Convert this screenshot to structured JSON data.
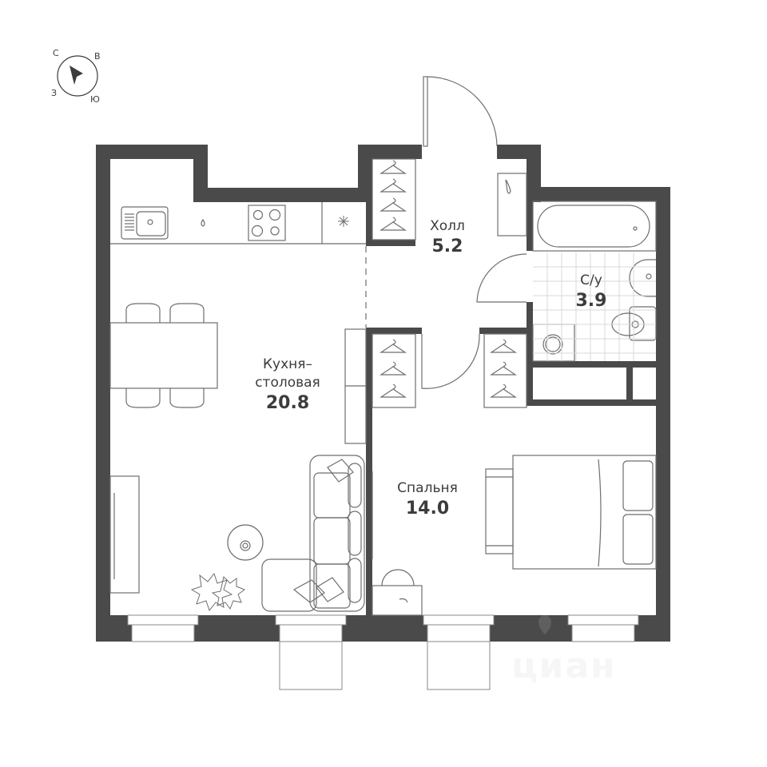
{
  "compass": {
    "north": "С",
    "east": "В",
    "west": "З",
    "south": "Ю"
  },
  "rooms": [
    {
      "id": "kitchen",
      "name_line1": "Кухня–",
      "name_line2": "столовая",
      "area": "20.8"
    },
    {
      "id": "hall",
      "name": "Холл",
      "area": "5.2"
    },
    {
      "id": "bathroom",
      "name": "С/у",
      "area": "3.9"
    },
    {
      "id": "bedroom",
      "name": "Спальня",
      "area": "14.0"
    }
  ],
  "watermark": "циан",
  "colors": {
    "wall": "#4a4a4a",
    "line": "#6e6e6e",
    "text": "#3c3c3c",
    "background": "#ffffff"
  }
}
